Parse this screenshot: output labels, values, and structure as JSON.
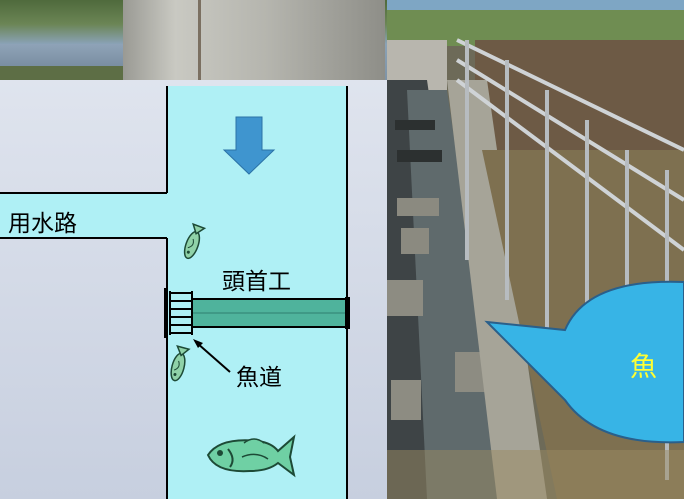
{
  "diagram": {
    "water_channel_label": "用水路",
    "weir_label": "頭首工",
    "fishway_label": "魚道"
  },
  "callout": {
    "text": "魚"
  },
  "colors": {
    "river": "#aff0f5",
    "weir": "#4fb39c",
    "flow_arrow": "#3f95cf",
    "callout_fill": "#37b4e6",
    "callout_text": "#ffff33"
  },
  "icons": [
    "down-arrow-icon",
    "fish-icon"
  ]
}
